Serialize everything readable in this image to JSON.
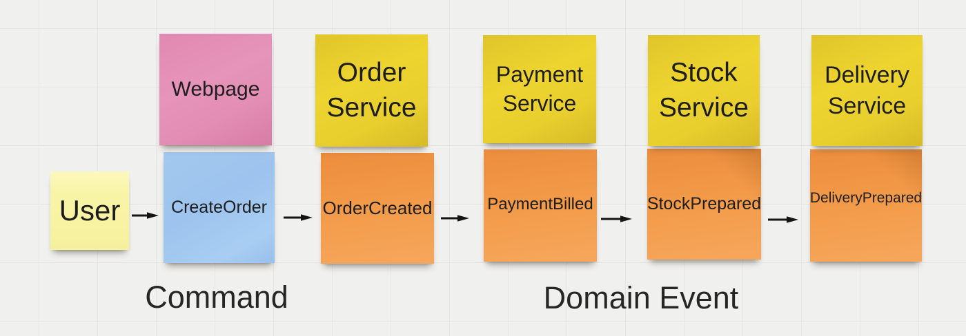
{
  "board": {
    "background_color": "#f0f0ee",
    "grid_color": "#e5e5e2",
    "text_color": "#1d1d1d",
    "arrow_color": "#141414"
  },
  "notes": {
    "user": {
      "text": "User",
      "role": "actor",
      "color": "#f7f3a2"
    },
    "webpage": {
      "text": "Webpage",
      "role": "system",
      "color": "#e28db4"
    },
    "create_order": {
      "text": "CreateOrder",
      "role": "command",
      "color": "#9dc4ee"
    },
    "order_service": {
      "text": "Order Service",
      "role": "service",
      "color": "#e9cf2e"
    },
    "order_created": {
      "text": "OrderCreated",
      "role": "domain-event",
      "color": "#f29a48"
    },
    "payment_service": {
      "text": "Payment Service",
      "role": "service",
      "color": "#e9cf2e"
    },
    "payment_billed": {
      "text": "PaymentBilled",
      "role": "domain-event",
      "color": "#f29a48"
    },
    "stock_service": {
      "text": "Stock Service",
      "role": "service",
      "color": "#e9cf2e"
    },
    "stock_prepared": {
      "text": "StockPrepared",
      "role": "domain-event",
      "color": "#f29a48"
    },
    "delivery_service": {
      "text": "Delivery Service",
      "role": "service",
      "color": "#e9cf2e"
    },
    "delivery_prepared": {
      "text": "DeliveryPrepared",
      "role": "domain-event",
      "color": "#f29a48"
    }
  },
  "labels": {
    "command": "Command",
    "domain_event": "Domain Event"
  },
  "flow": [
    "User",
    "CreateOrder",
    "OrderCreated",
    "PaymentBilled",
    "StockPrepared",
    "DeliveryPrepared"
  ]
}
